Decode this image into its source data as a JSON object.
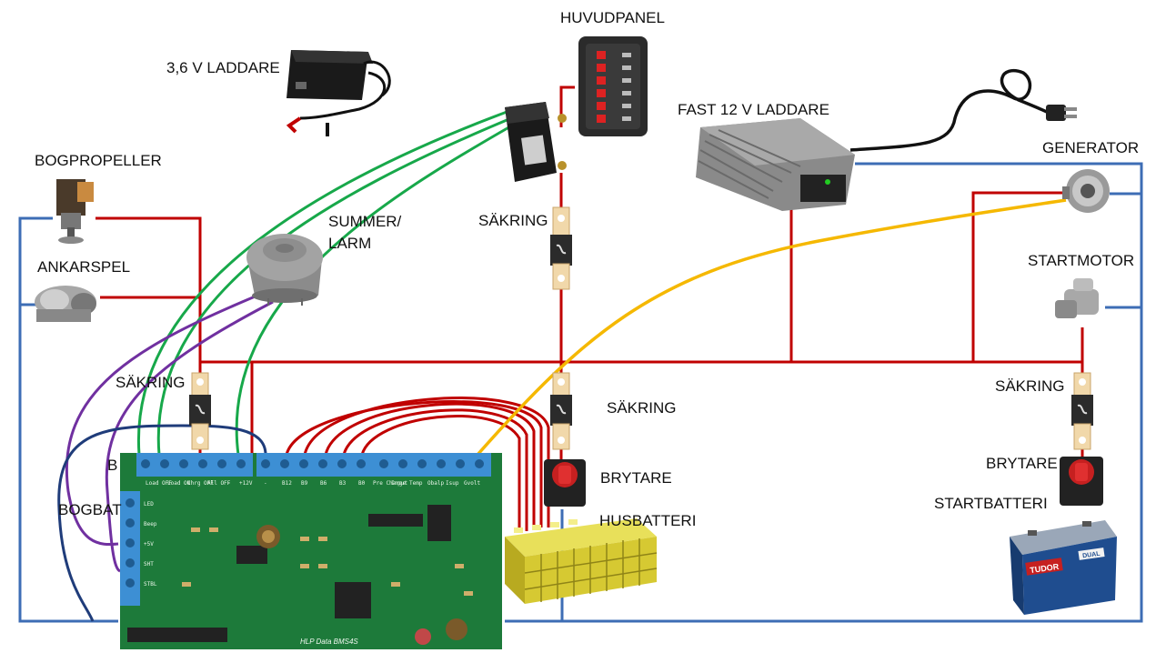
{
  "labels": {
    "huvudpanel": "HUVUDPANEL",
    "laddare36": "3,6 V LADDARE",
    "fast12": "FAST 12 V LADDARE",
    "generator": "GENERATOR",
    "bogpropeller": "BOGPROPELLER",
    "summer_line1": "SUMMER/",
    "summer_line2": "LARM",
    "sakring_top": "SÄKRING",
    "ankarspel": "ANKARSPEL",
    "startmotor": "STARTMOTOR",
    "sakring_left": "SÄKRING",
    "sakring_mid": "SÄKRING",
    "sakring_right": "SÄKRING",
    "b_partial": "B",
    "bogbat_partial": "BOGBAT",
    "brytare_mid": "BRYTARE",
    "brytare_right": "BRYTARE",
    "husbatteri": "HUSBATTERI",
    "startbatteri": "STARTBATTERI"
  },
  "pcb": {
    "title": "HLP Data BMS4S",
    "header_labels": [
      "Load OFF",
      "Load ON",
      "Chrg OFF",
      "All OFF",
      "-",
      "+12V",
      "-",
      "B12",
      "B9",
      "B6",
      "B3",
      "B0",
      "Pre Charge",
      "Input",
      "Temp",
      "Obalp",
      "Isup",
      "Gvolt"
    ],
    "side_labels": [
      "STBL",
      "SHT",
      "+5V",
      "Beep",
      "LED"
    ]
  },
  "battery": {
    "brand": "TUDOR",
    "type": "DUAL"
  },
  "colors": {
    "positive": "#c00000",
    "negative": "#3d6db5",
    "signal_green": "#17a84a",
    "signal_purple": "#7030a0",
    "signal_yellow": "#f5b800",
    "navy": "#1f3c7a",
    "pcb": "#1d7a3a"
  }
}
